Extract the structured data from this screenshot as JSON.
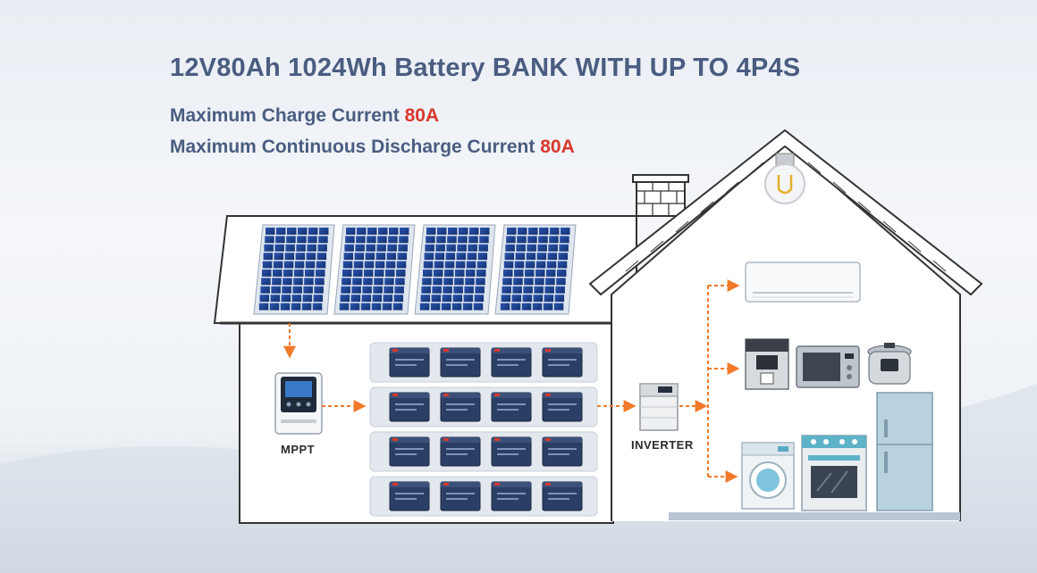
{
  "header": {
    "title": "12V80Ah 1024Wh Battery BANK WITH UP TO 4P4S",
    "charge_label": "Maximum Charge Current ",
    "charge_value": "80A",
    "discharge_label": "Maximum Continuous Discharge Current ",
    "discharge_value": "80A"
  },
  "components": {
    "controller_label": "MPPT",
    "inverter_label": "INVERTER"
  },
  "battery_bank": {
    "rows": 4,
    "columns": 4
  },
  "solar_panels": {
    "count": 4
  },
  "colors": {
    "title": "#4a5d80",
    "accent": "#d9382c",
    "arrow": "#f07a2a",
    "panel": "#1d3f8a",
    "battery": "#2b3f66"
  },
  "icons": [
    "solar-panel-icon",
    "mppt-controller-icon",
    "battery-icon",
    "inverter-icon",
    "air-conditioner-icon",
    "coffee-machine-icon",
    "microwave-icon",
    "pressure-cooker-icon",
    "washing-machine-icon",
    "oven-icon",
    "refrigerator-icon",
    "light-bulb-icon",
    "chimney-icon"
  ]
}
